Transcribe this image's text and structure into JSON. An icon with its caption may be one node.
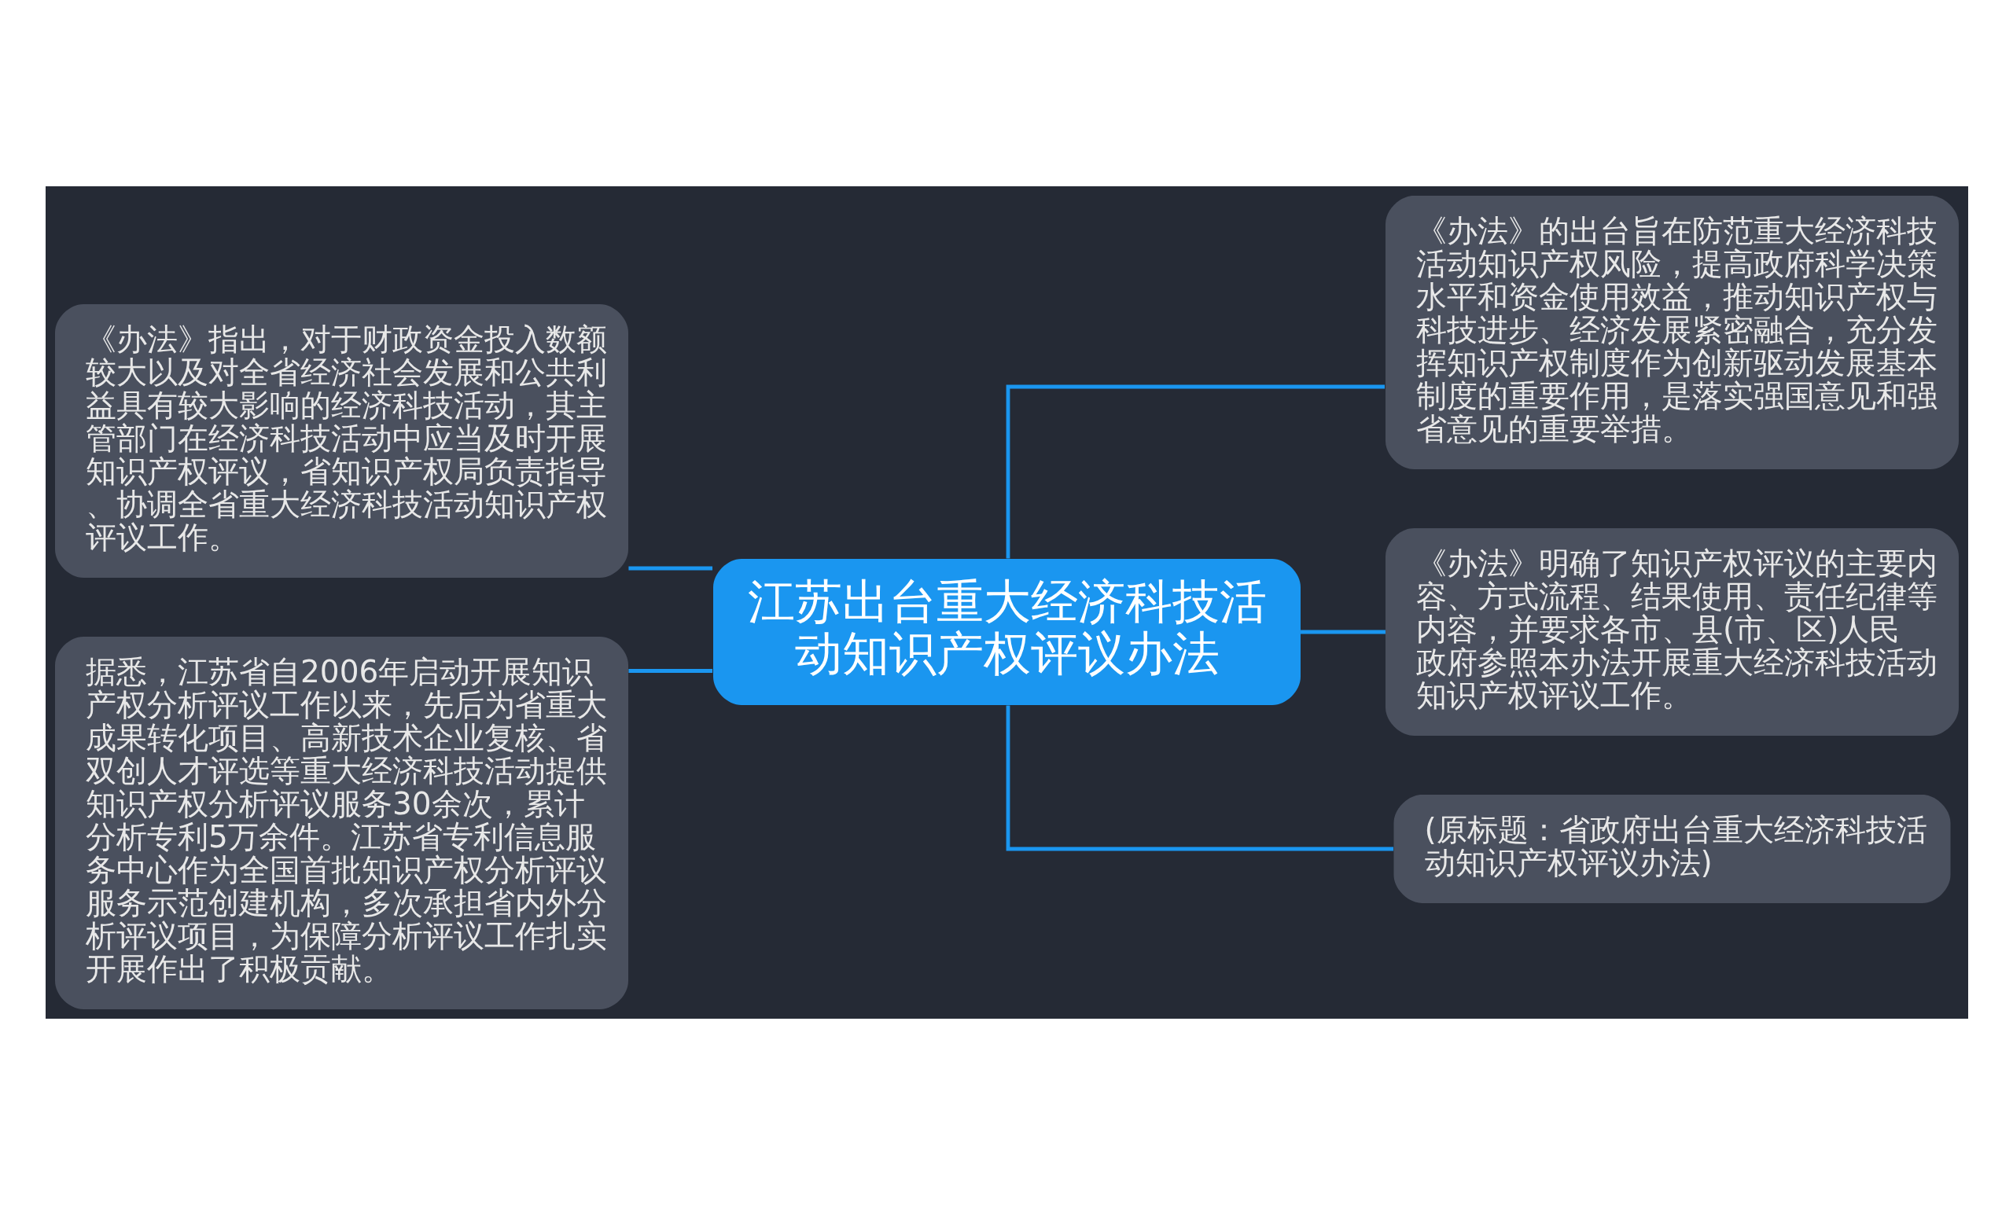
{
  "diagram": {
    "nodes": [
      {
        "text": [
          "江苏出台重大经济科技活动知识产权评议办法"
        ]
      },
      {
        "text": [
          "《办法》指出，对于财政资金投入数额较大以及对全省经济社会发展和公共利益具有较大影响的经济科技活动，其主管部门在经济科技活动中应当及时开展知识产权评议，省知识产权局负责指导、协调全省重大经济科技活动知识产权评议工作。"
        ]
      },
      {
        "text": [
          "据悉，江苏省自2006年启动开展知识产权分析评议工作以来，先后为省重大成果转化项目、高新技术企业复核、省双创人才评选等重大经济科技活动提供知识产权分析评议服务30余次，累计分析专利5万余件。江苏省专利信息服务中心作为全国首批知识产权分析评议服务示范创建机构，多次承担省内外分析评议项目，为保障分析评议工作扎实开展作出了积极贡献。"
        ]
      },
      {
        "text": [
          "《办法》的出台旨在防范重大经济科技活动知识产权风险，提高政府科学决策水平和资金使用效益，推动知识产权与科技进步、经济发展紧密融合，充分发挥知识产权制度作为创新驱动发展基本制度的重要作用，是落实强国意见和强省意见的重要举措。"
        ]
      },
      {
        "text": [
          "《办法》明确了知识产权评议的主要内容、方式流程、结果使用、责任纪律等内容，并要求各市、县(市、区)人民政府参照本办法开展重大经济科技活动知识产权评议工作。"
        ]
      },
      {
        "text": [
          "(原标题：省政府出台重大经济科技活动知识产权评议办法)"
        ]
      }
    ],
    "edges": [
      {
        "from": 0,
        "to": 1,
        "arrow": "none"
      },
      {
        "from": 0,
        "to": 2,
        "arrow": "none"
      },
      {
        "from": 0,
        "to": 3,
        "arrow": "none"
      },
      {
        "from": 0,
        "to": 4,
        "arrow": "none"
      },
      {
        "from": 0,
        "to": 5,
        "arrow": "none"
      }
    ]
  }
}
